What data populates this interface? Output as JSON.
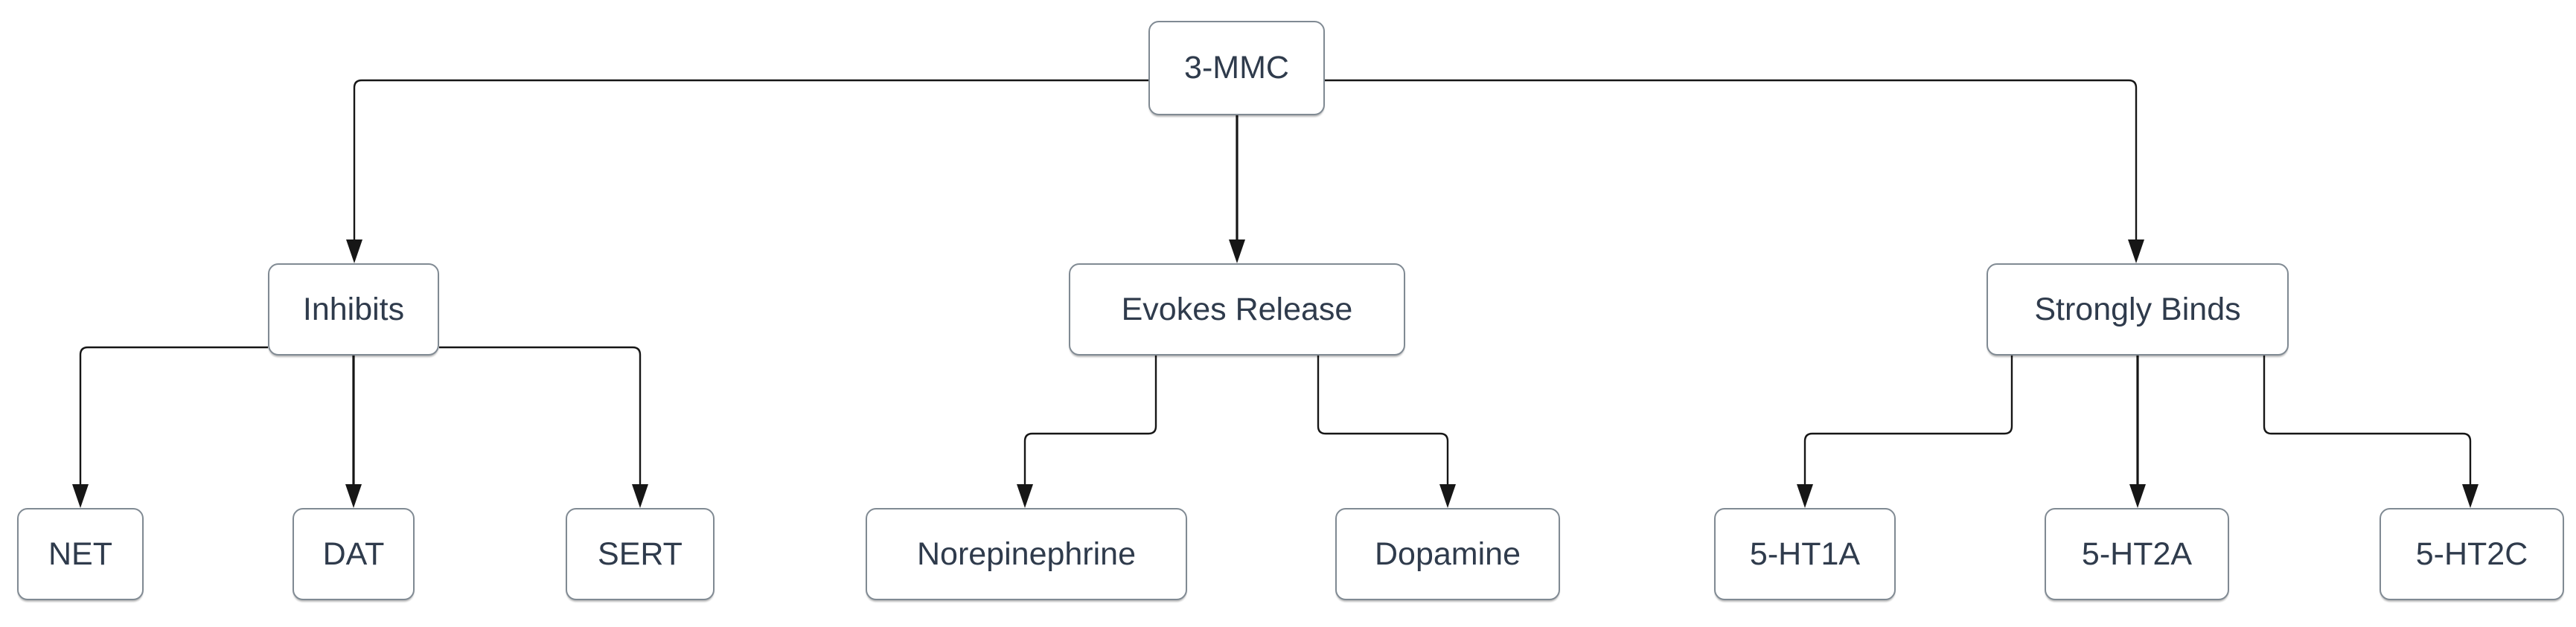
{
  "diagram": {
    "colors": {
      "background": "#ffffff",
      "node_fill": "#ffffff",
      "node_border": "#808a93",
      "node_text": "#2f3b4c",
      "connector": "#161616"
    },
    "root": {
      "label": "3-MMC"
    },
    "branches": [
      {
        "label": "Inhibits",
        "children": [
          {
            "label": "NET"
          },
          {
            "label": "DAT"
          },
          {
            "label": "SERT"
          }
        ]
      },
      {
        "label": "Evokes Release",
        "children": [
          {
            "label": "Norepinephrine"
          },
          {
            "label": "Dopamine"
          }
        ]
      },
      {
        "label": "Strongly Binds",
        "children": [
          {
            "label": "5-HT1A"
          },
          {
            "label": "5-HT2A"
          },
          {
            "label": "5-HT2C"
          }
        ]
      }
    ],
    "edges": [
      {
        "from": "3-MMC",
        "to": "Inhibits"
      },
      {
        "from": "3-MMC",
        "to": "Evokes Release"
      },
      {
        "from": "3-MMC",
        "to": "Strongly Binds"
      },
      {
        "from": "Inhibits",
        "to": "NET"
      },
      {
        "from": "Inhibits",
        "to": "DAT"
      },
      {
        "from": "Inhibits",
        "to": "SERT"
      },
      {
        "from": "Evokes Release",
        "to": "Norepinephrine"
      },
      {
        "from": "Evokes Release",
        "to": "Dopamine"
      },
      {
        "from": "Strongly Binds",
        "to": "5-HT1A"
      },
      {
        "from": "Strongly Binds",
        "to": "5-HT2A"
      },
      {
        "from": "Strongly Binds",
        "to": "5-HT2C"
      }
    ]
  }
}
